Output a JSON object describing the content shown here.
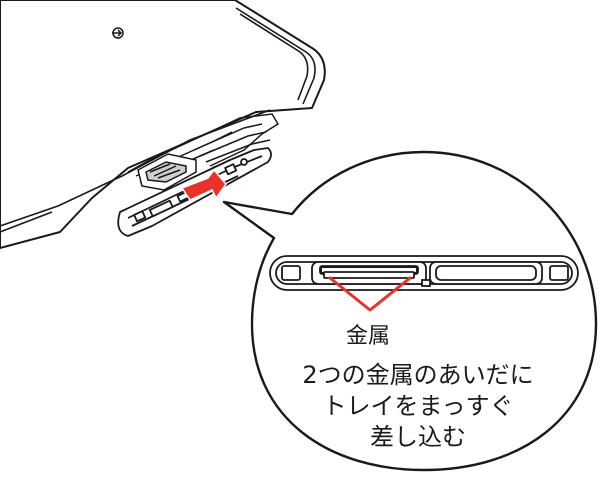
{
  "labels": {
    "metal": "金属",
    "instruction": [
      "2つの金属のあいだに",
      "トレイをまっすぐ",
      "差し込む"
    ]
  },
  "colors": {
    "line": "#1a1a1a",
    "accent": "#e8322a",
    "fill": "#ffffff"
  }
}
